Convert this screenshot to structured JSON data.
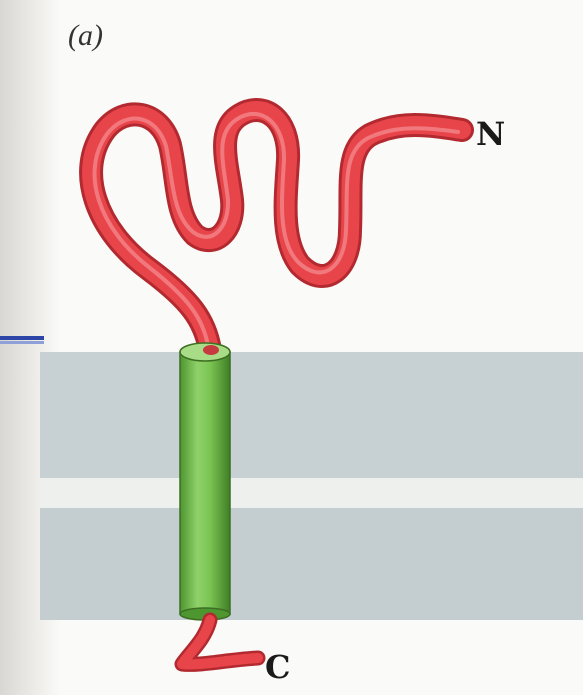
{
  "figure": {
    "panel_label": "(a)",
    "n_terminus_label": "N",
    "c_terminus_label": "C"
  },
  "colors": {
    "paper": "#fafaf8",
    "left_shadow": "#e4e2de",
    "membrane": "#c7d1d4",
    "membrane_gap": "#eef0ee",
    "protein_loop": "#e8454b",
    "protein_loop_highlight": "#f48c8f",
    "protein_loop_outline": "#b22a30",
    "helix": "#7bc453",
    "helix_shadow": "#4e9630",
    "helix_highlight": "#b7e49a",
    "slide_bar": "#2c45a6"
  }
}
